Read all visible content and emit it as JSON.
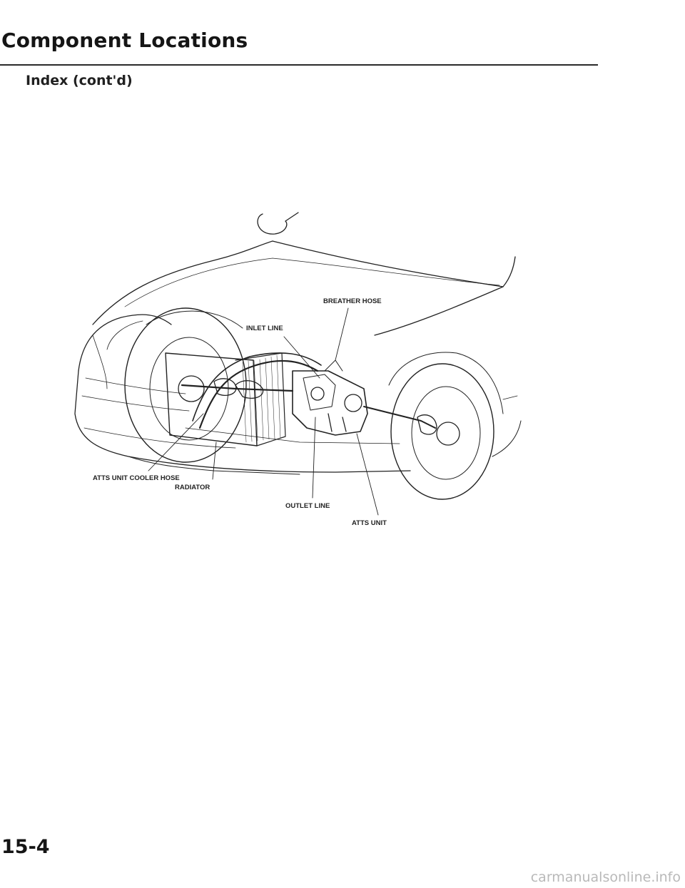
{
  "header": {
    "title": "Component Locations",
    "subtitle": "Index (cont'd)"
  },
  "diagram": {
    "labels": {
      "breather_hose": "BREATHER HOSE",
      "inlet_line": "INLET LINE",
      "atts_unit_cooler_hose": "ATTS UNIT COOLER HOSE",
      "radiator": "RADIATOR",
      "outlet_line": "OUTLET LINE",
      "atts_unit": "ATTS UNIT"
    }
  },
  "page_number": "15-4",
  "footer": {
    "watermark": "carmanualsonline.info"
  }
}
